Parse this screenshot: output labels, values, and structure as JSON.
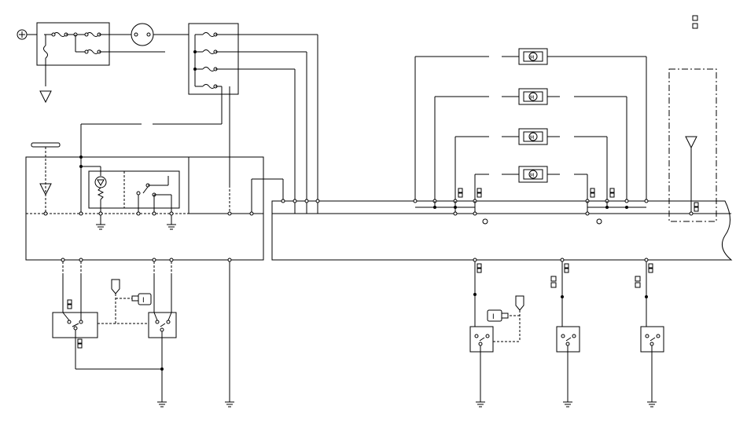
{
  "diagram": {
    "motor_labels": [
      "M",
      "M",
      "M",
      "M"
    ],
    "key_labels": [
      "I",
      "I"
    ],
    "colors": {
      "line": "#000000",
      "background": "#ffffff"
    }
  }
}
